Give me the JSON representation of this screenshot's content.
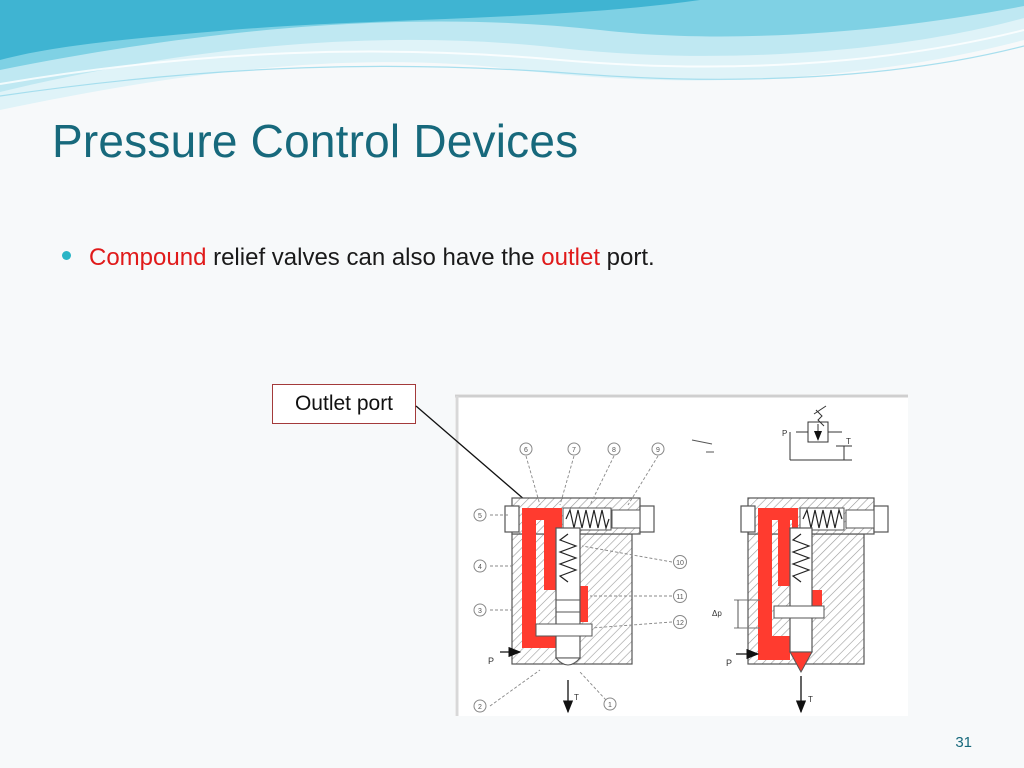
{
  "slide": {
    "title": "Pressure Control Devices",
    "bullet": {
      "segments": [
        "Compound",
        " relief valves can also have the ",
        "outlet",
        " port."
      ]
    },
    "callout": "Outlet port",
    "page_number": "31",
    "diagram": {
      "labels": {
        "p_left": "P",
        "t_left": "T",
        "p_right": "P",
        "t_right": "T",
        "dp": "Δp",
        "sym_p": "P",
        "sym_t": "T",
        "n1": "1",
        "n2": "2",
        "n3": "3",
        "n4": "4",
        "n5": "5",
        "n6": "6",
        "n7": "7",
        "n8": "8",
        "n9": "9",
        "n10": "10",
        "n11": "11",
        "n12": "12"
      }
    },
    "colors": {
      "title": "#17697c",
      "highlight": "#e01a1a",
      "bullet": "#2ab5c6",
      "fluid": "#ff3b2f"
    }
  }
}
